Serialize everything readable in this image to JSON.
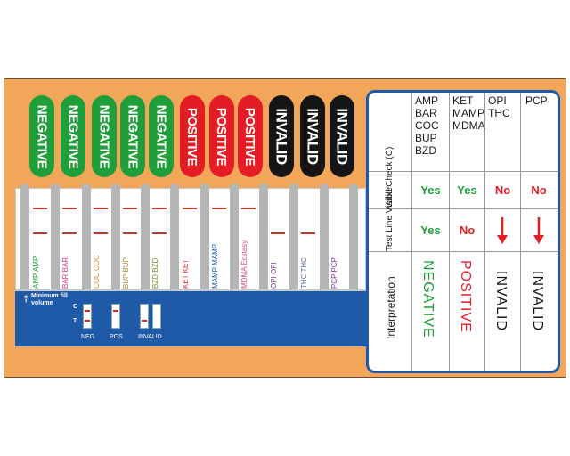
{
  "result_labels": [
    {
      "text": "NEGATIVE",
      "color": "green"
    },
    {
      "text": "NEGATIVE",
      "color": "green"
    },
    {
      "text": "NEGATIVE",
      "color": "green"
    },
    {
      "text": "NEGATIVE",
      "color": "green"
    },
    {
      "text": "NEGATIVE",
      "color": "green"
    },
    {
      "text": "POSITIVE",
      "color": "red"
    },
    {
      "text": "POSITIVE",
      "color": "red"
    },
    {
      "text": "POSITIVE",
      "color": "red"
    },
    {
      "text": "INVALID",
      "color": "black"
    },
    {
      "text": "INVALID",
      "color": "black"
    },
    {
      "text": "INVALID",
      "color": "black"
    }
  ],
  "strips": [
    {
      "label": "AMP AMP",
      "color": "#1f9e3a"
    },
    {
      "label": "BAR BAR",
      "color": "#d53c8a"
    },
    {
      "label": "COC COC",
      "color": "#e08a3a"
    },
    {
      "label": "BUP BUP",
      "color": "#b8862b"
    },
    {
      "label": "BZD BZD",
      "color": "#8a8a2a"
    },
    {
      "label": "KET KET",
      "color": "#e41d25"
    },
    {
      "label": "MAMP MAMP",
      "color": "#1e5aa8"
    },
    {
      "label": "MDMA Ecstasy",
      "color": "#e04a6a"
    },
    {
      "label": "OPI OPI",
      "color": "#7a3a8a"
    },
    {
      "label": "THC THC",
      "color": "#5a6aa8"
    },
    {
      "label": "PCP PCP",
      "color": "#8a2aa8"
    }
  ],
  "minimum_fill": "Minimum fill volume",
  "c_label": "C",
  "t_label": "T",
  "example_labels": [
    "NEG",
    "POS",
    "INVALID"
  ],
  "key": {
    "drug_columns": [
      "AMP\nBAR\nCOC\nBUP\nBZD",
      "KET\nMAMP\nMDMA",
      "OPI\nTHC",
      "PCP"
    ],
    "row_labels": [
      "Valid Check (C)",
      "Test Line Visible",
      "Interpretation"
    ],
    "valid_check": [
      "Yes",
      "Yes",
      "No",
      "No"
    ],
    "test_line": [
      "Yes",
      "No",
      "arrow-down",
      "arrow-down"
    ],
    "interpretation": [
      "NEGATIVE",
      "POSITIVE",
      "INVALID",
      "INVALID"
    ],
    "colors": {
      "green": "#1f9e3a",
      "red": "#e41d25",
      "black": "#151515"
    }
  }
}
